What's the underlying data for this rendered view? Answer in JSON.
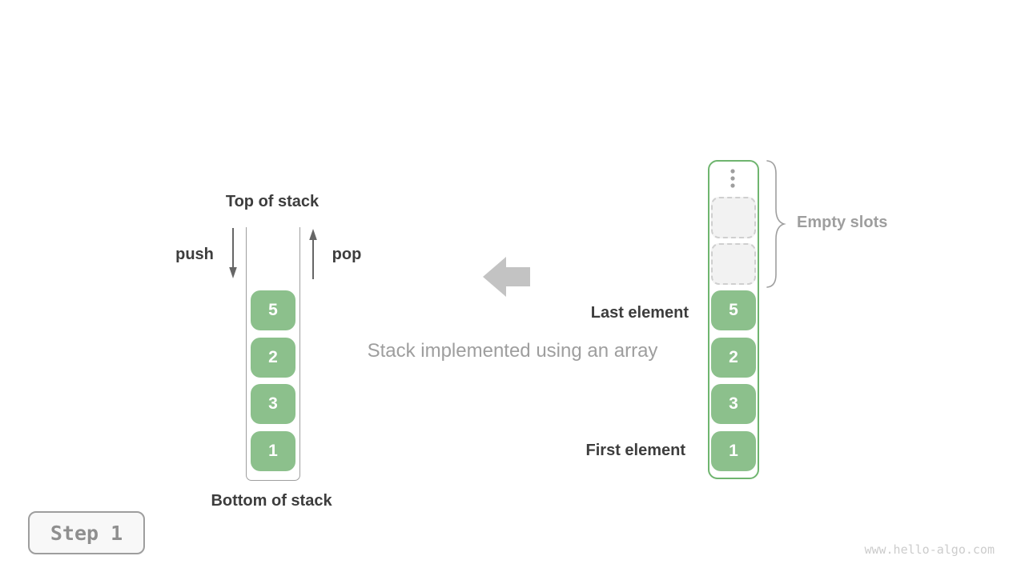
{
  "stack": {
    "top_label": "Top of stack",
    "bottom_label": "Bottom of stack",
    "push_label": "push",
    "pop_label": "pop",
    "elements": [
      "5",
      "2",
      "3",
      "1"
    ]
  },
  "caption": "Stack implemented using an array",
  "array": {
    "elements": [
      "5",
      "2",
      "3",
      "1"
    ],
    "empty_slot_count": 2,
    "empty_slots_label": "Empty slots",
    "last_element_label": "Last element",
    "first_element_label": "First element",
    "ellipsis_icon": "vertical-ellipsis"
  },
  "footer": {
    "step_label": "Step 1",
    "watermark": "www.hello-algo.com"
  },
  "colors": {
    "element_green": "#8cc08c",
    "array_border_green": "#6fb56f",
    "dark_text": "#3d3d3d",
    "gray_text": "#9e9e9e",
    "light_arrow": "#c3c3c3",
    "slot_fill": "#f2f2f2",
    "slot_border": "#cfcfcf",
    "arrow_gray": "#666666",
    "stack_border": "#9e9e9e",
    "badge_bg": "#f8f8f8",
    "badge_border": "#9e9e9e",
    "badge_text": "#8f8f8f",
    "watermark_gray": "#cccccc",
    "brace_gray": "#9e9e9e"
  }
}
